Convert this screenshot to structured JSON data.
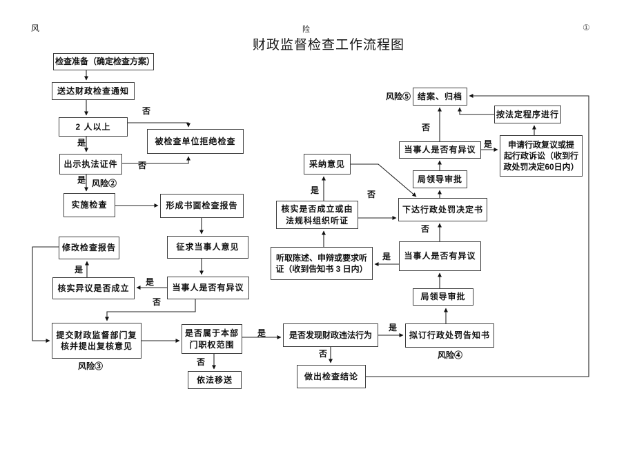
{
  "page": {
    "header_left": "风",
    "header_center": "险",
    "header_right": "①",
    "title": "财政监督检查工作流程图"
  },
  "labels": {
    "yes": "是",
    "no": "否"
  },
  "risks": {
    "r2": "风险②",
    "r3": "风险③",
    "r4": "风险④",
    "r5": "风险⑤"
  },
  "nodes": {
    "prepare": "检查准备（确定检查方案）",
    "notice": "送达财政检查通知",
    "two_people": "2 人以上",
    "refuse": "被检查单位拒绝检查",
    "credentials": "出示执法证件",
    "implement": "实施检查",
    "report": "形成书面检查报告",
    "seek_opinion": "征求当事人意见",
    "objection_left": "当事人是否有异议",
    "verify_objection": "核实异议是否成立",
    "modify_report": "修改检查报告",
    "submit_review": "提交财政监督部门复\n核并提出复核意见",
    "jurisdiction": "是否属于本部\n门职权范围",
    "transfer": "依法移送",
    "found_violation": "是否发现财政违法行为",
    "conclusion": "做出检查结论",
    "draft_notice": "拟订行政处罚告知书",
    "leader_approve_lower": "局领导审批",
    "objection_lower": "当事人是否有异议",
    "hearing": "听取陈述、申辩或要求听\n证（收到告知书 3 日内）",
    "verify_establish": "核实是否成立或由\n法规科组织听证",
    "adopt_opinion": "采纳意见",
    "decision": "下达行政处罚决定书",
    "leader_approve_upper": "局领导审批",
    "objection_upper": "当事人是否有异议",
    "close_case": "结案、归档",
    "legal_procedure": "按法定程序进行",
    "appeal": "申请行政复议或提\n起行政诉讼（收到行\n政处罚决定60日内）"
  }
}
